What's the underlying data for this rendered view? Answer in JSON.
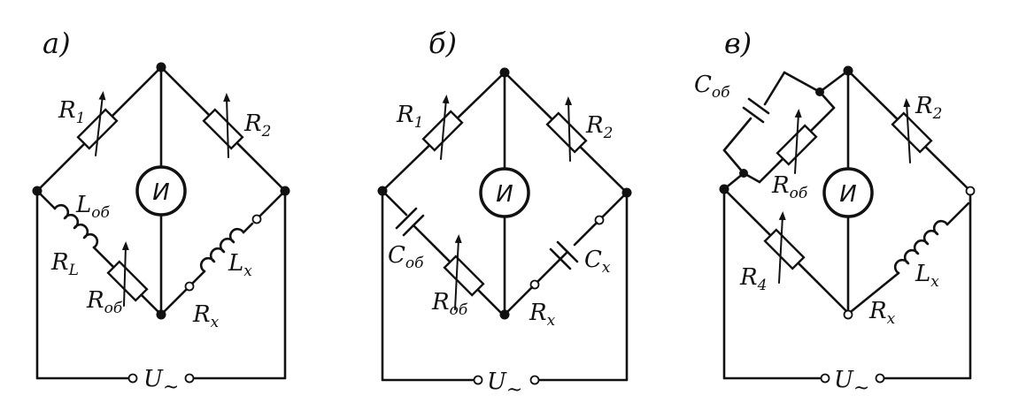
{
  "diagrams": [
    {
      "letter": "а)",
      "labels": {
        "r1": "R",
        "r1_sub": "1",
        "r2": "R",
        "r2_sub": "2",
        "lob": "L",
        "lob_sub": "об",
        "rl": "R",
        "rl_sub": "L",
        "rob": "R",
        "rob_sub": "об",
        "lx": "L",
        "lx_sub": "x",
        "rx": "R",
        "rx_sub": "x",
        "meter": "И",
        "u": "U",
        "u_sub": "~"
      }
    },
    {
      "letter": "б)",
      "labels": {
        "r1": "R",
        "r1_sub": "1",
        "r2": "R",
        "r2_sub": "2",
        "cob": "C",
        "cob_sub": "об",
        "rob": "R",
        "rob_sub": "об",
        "cx": "C",
        "cx_sub": "x",
        "rx": "R",
        "rx_sub": "x",
        "meter": "И",
        "u": "U",
        "u_sub": "~"
      }
    },
    {
      "letter": "в)",
      "labels": {
        "cob": "C",
        "cob_sub": "об",
        "rob": "R",
        "rob_sub": "об",
        "r2": "R",
        "r2_sub": "2",
        "r4": "R",
        "r4_sub": "4",
        "lx": "L",
        "lx_sub": "x",
        "rx": "R",
        "rx_sub": "x",
        "meter": "И",
        "u": "U",
        "u_sub": "~"
      }
    }
  ]
}
